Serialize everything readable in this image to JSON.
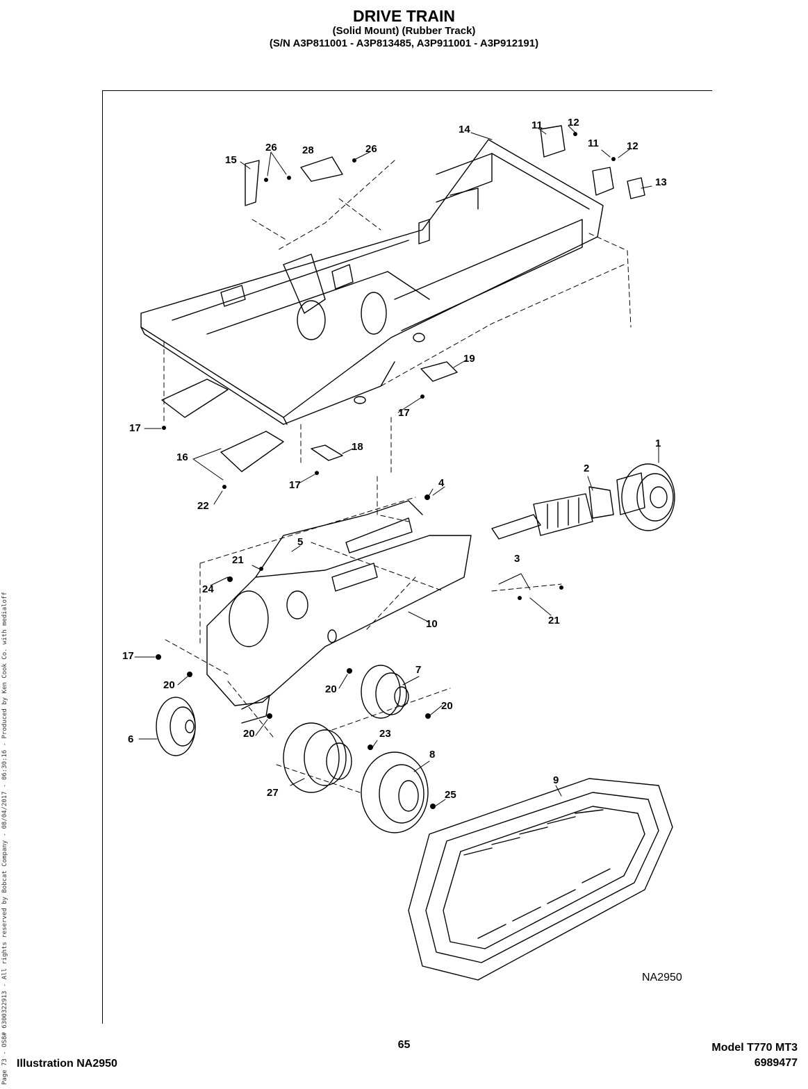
{
  "header": {
    "title": "DRIVE TRAIN",
    "subtitle1": "(Solid Mount) (Rubber Track)",
    "subtitle2": "(S/N A3P811001 - A3P813485, A3P911001 - A3P912191)"
  },
  "figure": {
    "code": "NA2950",
    "callouts": [
      "1",
      "2",
      "3",
      "4",
      "5",
      "6",
      "7",
      "8",
      "9",
      "10",
      "11",
      "11",
      "12",
      "12",
      "13",
      "14",
      "15",
      "16",
      "17",
      "17",
      "17",
      "17",
      "18",
      "19",
      "20",
      "20",
      "20",
      "20",
      "21",
      "21",
      "22",
      "23",
      "24",
      "25",
      "26",
      "26",
      "27",
      "28"
    ]
  },
  "sidebar_text": "Page 73 - OS8# 6300322913 - All rights reserved by Bobcat Company - 08/04/2017 - 06:30:16 - Produced by Ken Cook Co. with medialoff",
  "footer": {
    "page_number": "65",
    "illustration": "Illustration NA2950",
    "model": "Model T770 MT3",
    "part_number": "6989477"
  }
}
